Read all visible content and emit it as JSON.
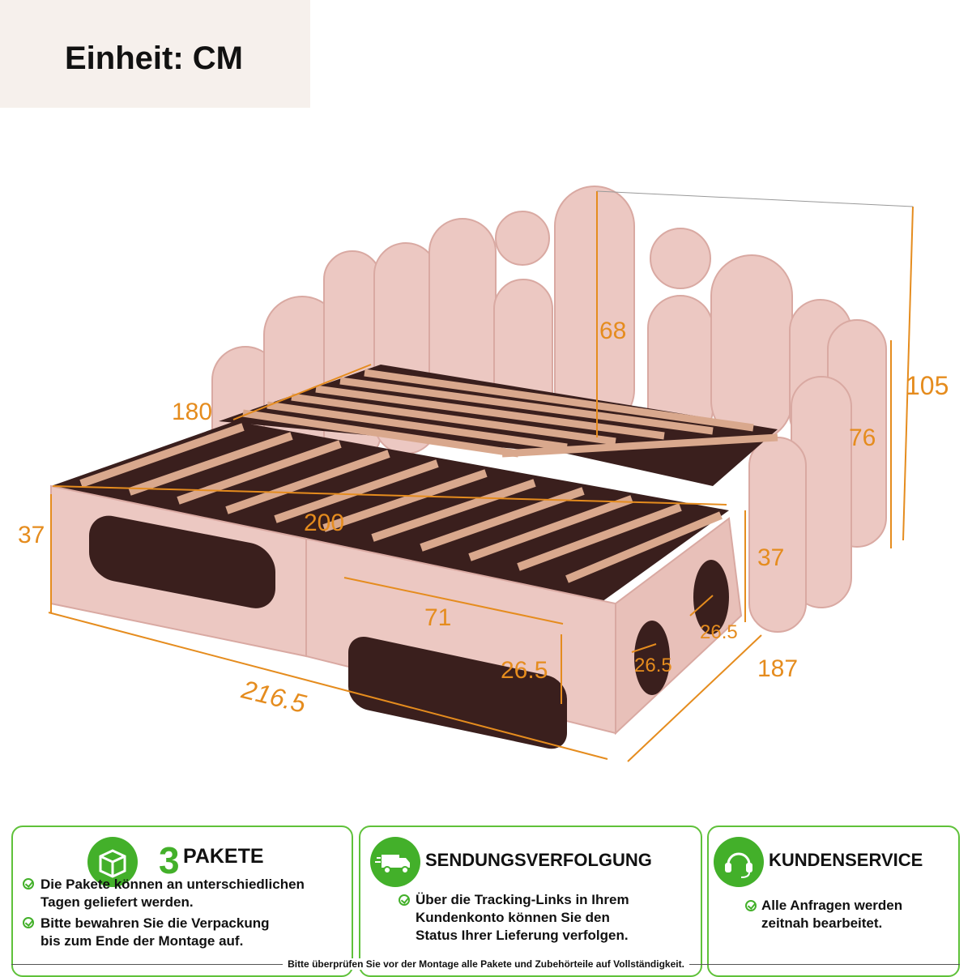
{
  "header": {
    "unit_label": "Einheit: CM"
  },
  "dimensions": {
    "headboard_panel": "68",
    "total_height": "105",
    "side_height": "76",
    "back_width": "180",
    "bed_length": "200",
    "frame_height_left": "37",
    "frame_height_right": "37",
    "opening_width": "71",
    "opening_height": "26.5",
    "circle_1": "26.5",
    "circle_2": "26.5",
    "total_length": "216.5",
    "total_depth": "187"
  },
  "colors": {
    "accent_orange": "#e58c1e",
    "brand_green": "#43b02a",
    "upholstery_pink": "#ecc8c2"
  },
  "cards": [
    {
      "icon": "package-icon",
      "number": "3",
      "title": "PAKETE",
      "bullets": [
        "Die Pakete können an unterschiedlichen",
        "Tagen geliefert werden.",
        "Bitte bewahren Sie die Verpackung",
        "bis zum Ende der Montage auf."
      ]
    },
    {
      "icon": "truck-icon",
      "title": "SENDUNGSVERFOLGUNG",
      "bullets": [
        "Über die Tracking-Links in Ihrem",
        "Kundenkonto können Sie den",
        "Status Ihrer Lieferung verfolgen."
      ]
    },
    {
      "icon": "headset-icon",
      "title": "KUNDENSERVICE",
      "bullets": [
        "Alle Anfragen werden",
        "zeitnah bearbeitet."
      ]
    }
  ],
  "footer": {
    "note": "Bitte überprüfen Sie vor der Montage alle Pakete und Zubehörteile auf Vollständigkeit."
  }
}
